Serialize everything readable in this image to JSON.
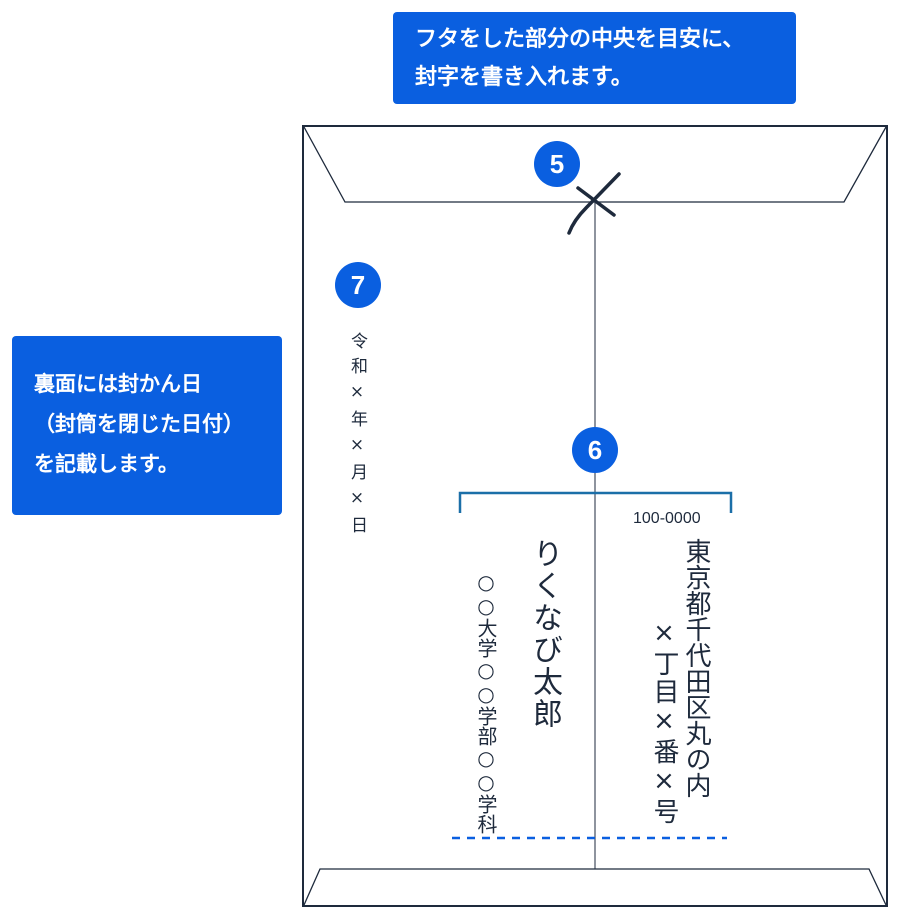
{
  "callouts": {
    "top": {
      "line1": "フタをした部分の中央を目安に、",
      "line2": "封字を書き入れます。"
    },
    "left": {
      "line1": "裏面には封かん日",
      "line2": "（封筒を閉じた日付）",
      "line3": "を記載します。"
    }
  },
  "markers": {
    "seal": "5",
    "return_address": "6",
    "date": "7"
  },
  "envelope": {
    "sealing_date": "令和×年×月×日",
    "postal_code": "100-0000",
    "address_line1": "東京都千代田区丸の内",
    "address_line2": "×丁目×番×号",
    "sender_name": "りくなび太郎",
    "sender_affiliation": "○○大学○○学部○○学科"
  },
  "colors": {
    "accent": "#0a5fe0",
    "line": "#1e2a3c",
    "bracket": "#1b6fa8"
  }
}
